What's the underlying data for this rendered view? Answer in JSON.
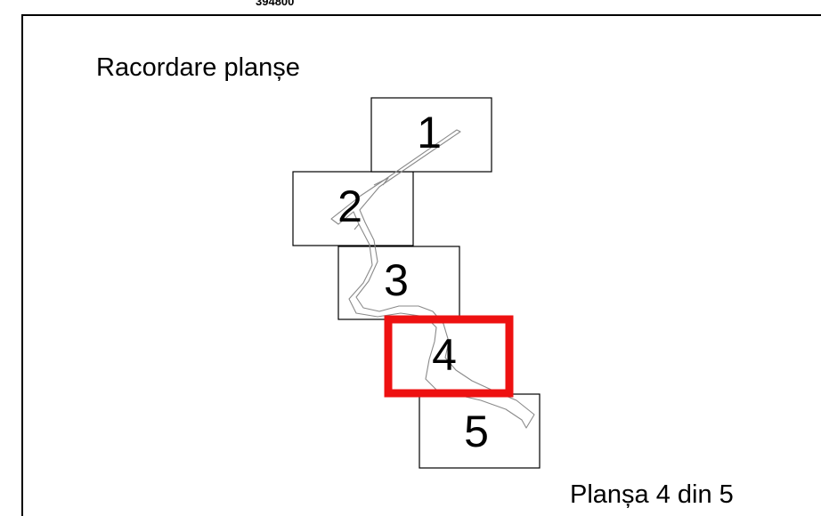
{
  "coordinate_label": "394800",
  "title": "Racordare planșe",
  "current_sheet_text": "Planșa 4 din 5",
  "current_sheet": 4,
  "total_sheets": 5,
  "sheets": [
    {
      "label": "1"
    },
    {
      "label": "2"
    },
    {
      "label": "3"
    },
    {
      "label": "4"
    },
    {
      "label": "5"
    }
  ],
  "colors": {
    "highlight": "#ee1111",
    "outline": "#000000",
    "river": "#8a8a8a"
  }
}
